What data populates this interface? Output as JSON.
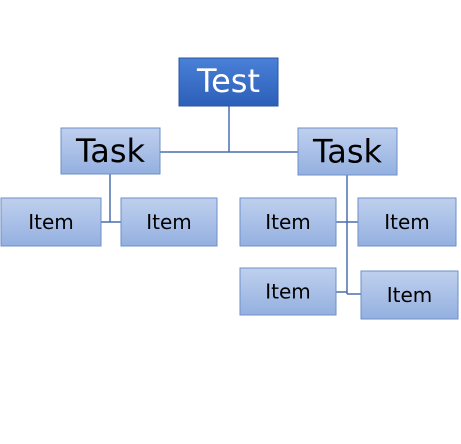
{
  "diagram": {
    "root": {
      "label": "Test"
    },
    "tasks": [
      {
        "label": "Task"
      },
      {
        "label": "Task"
      }
    ],
    "items": [
      {
        "label": "Item"
      },
      {
        "label": "Item"
      },
      {
        "label": "Item"
      },
      {
        "label": "Item"
      },
      {
        "label": "Item"
      },
      {
        "label": "Item"
      }
    ]
  },
  "colors": {
    "root_fill_top": "#4a80d8",
    "root_fill_bottom": "#2c5fb8",
    "root_text": "#ffffff",
    "box_fill_top": "#bfd0ee",
    "box_fill_bottom": "#94b0e0",
    "box_border": "#6e8fc8",
    "box_text": "#000000",
    "connector": "#4a6fae"
  }
}
